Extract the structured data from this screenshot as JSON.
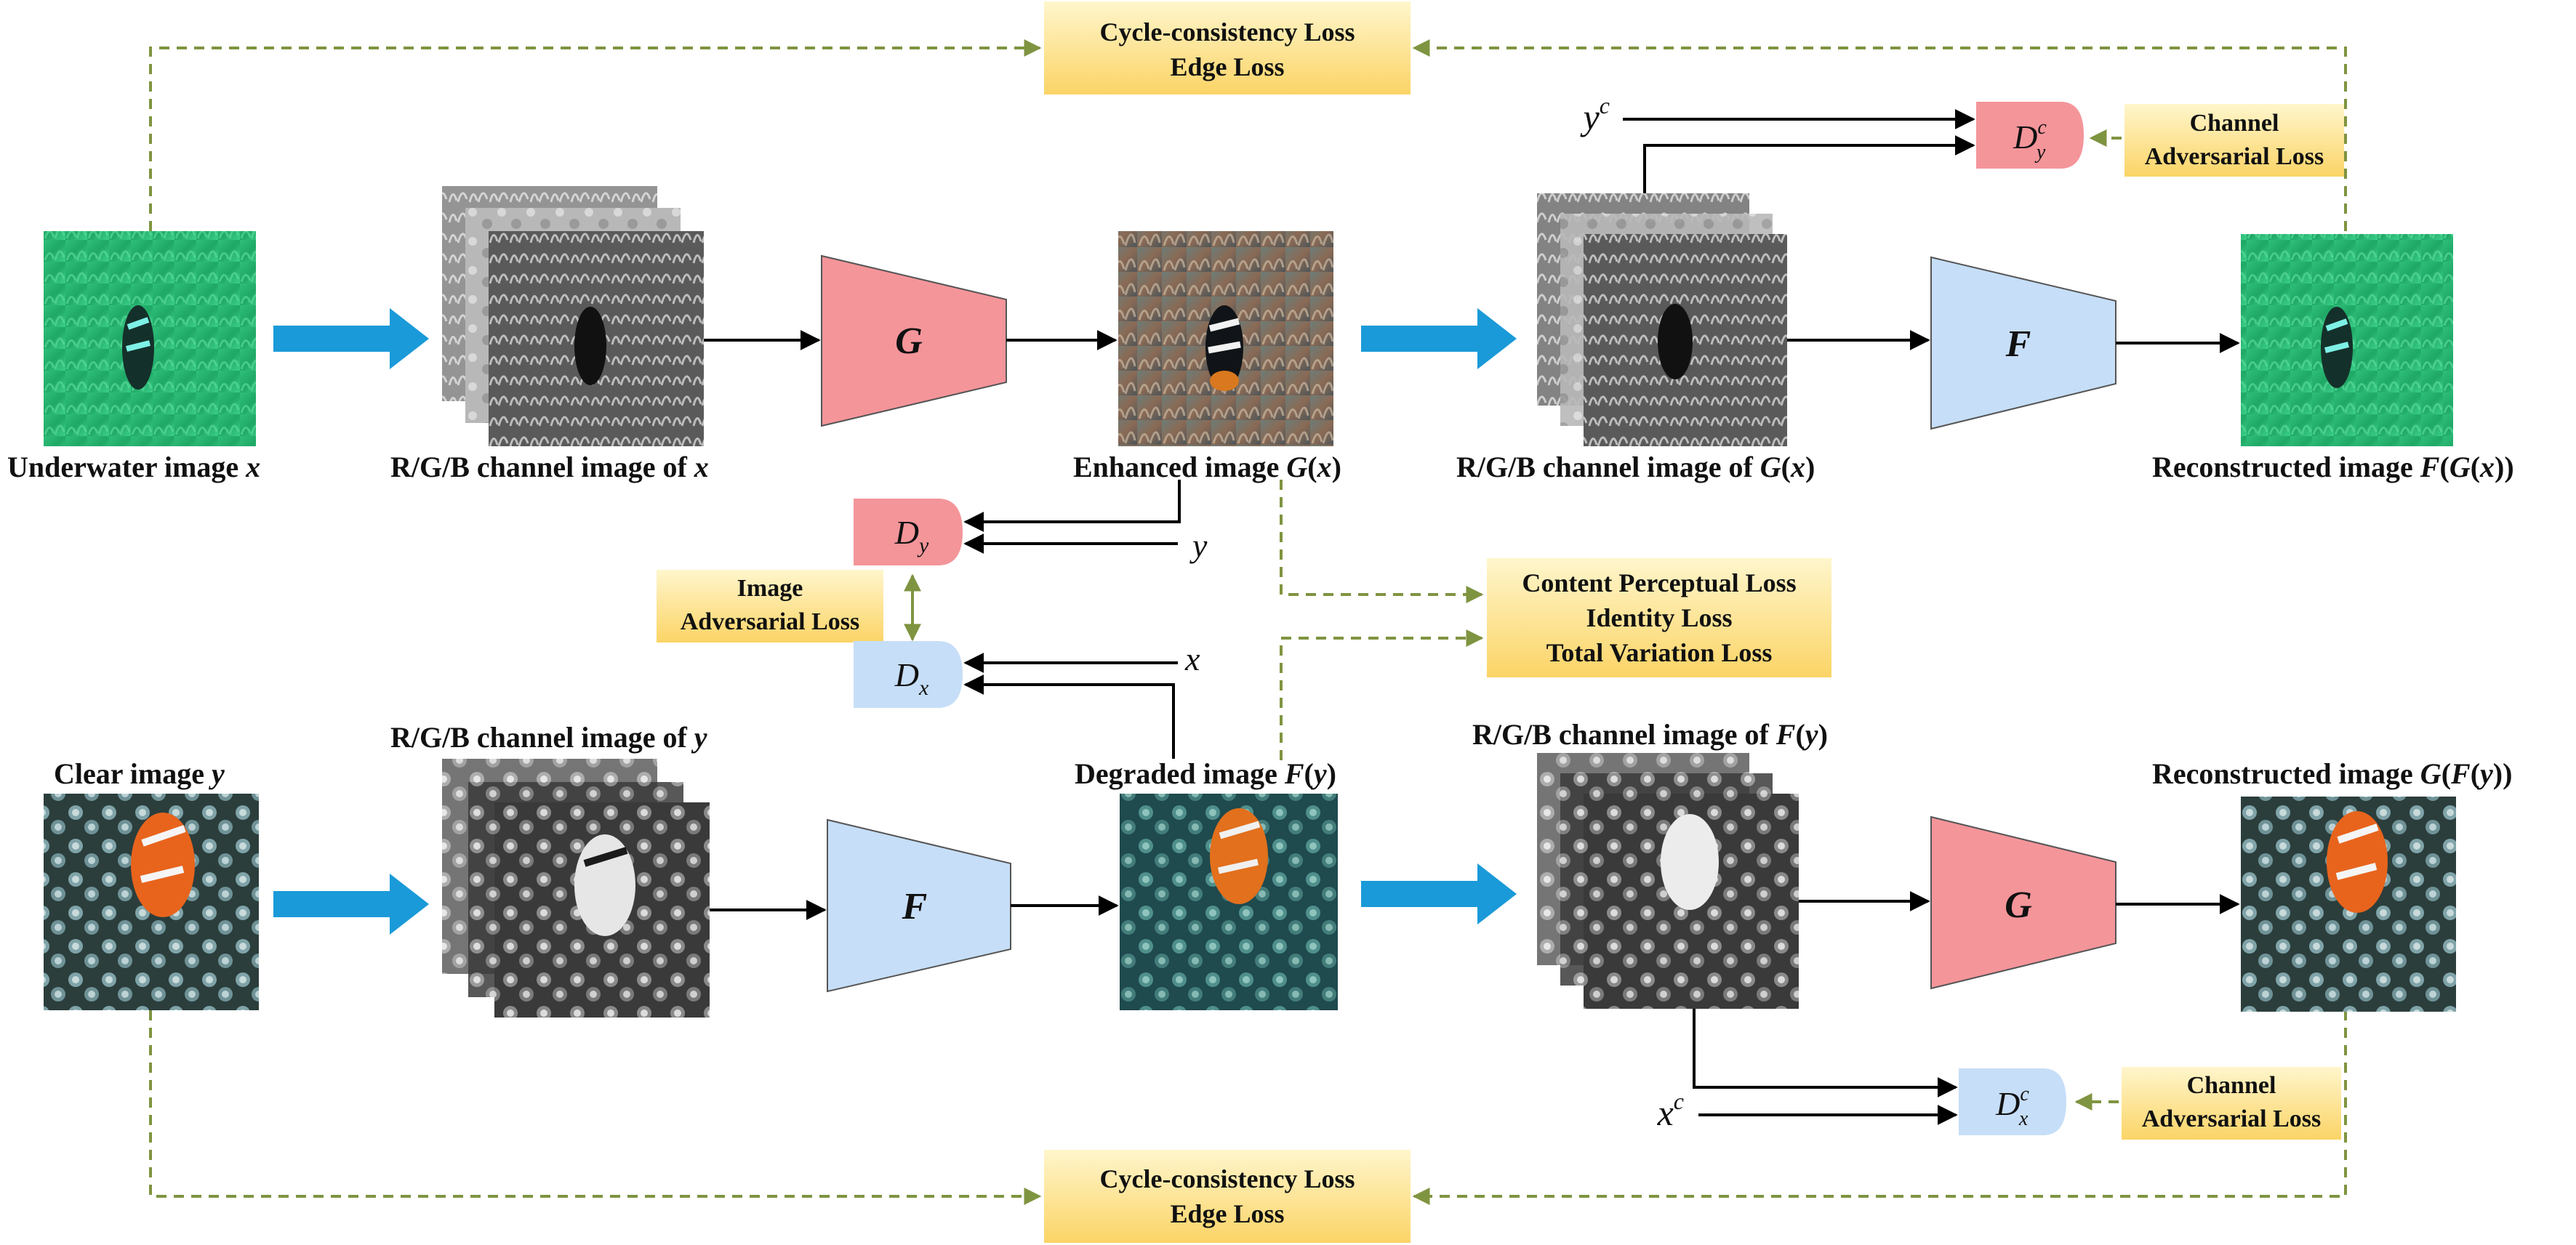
{
  "colors": {
    "generator_red": "#f4959a",
    "generator_blue": "#c6def7",
    "blue_arrow": "#1a9ad8",
    "dashed_green": "#7f9440",
    "loss_box_top": "#fff6cc",
    "loss_box_bottom": "#fbd466"
  },
  "captions": {
    "underwater_prefix": "Underwater image ",
    "underwater_var": "x",
    "rgb_x_prefix": "R/G/B channel image of ",
    "rgb_x_var": "x",
    "enhanced_prefix": "Enhanced image ",
    "enhanced_func": "G",
    "enhanced_open": "(",
    "enhanced_var": "x",
    "enhanced_close": ")",
    "rgb_gx_prefix": "R/G/B channel image of ",
    "rgb_gx_func": "G",
    "rgb_gx_open": "(",
    "rgb_gx_var": "x",
    "rgb_gx_close": ")",
    "recon_fgx_prefix": "Reconstructed image ",
    "recon_fgx_func1": "F",
    "recon_fgx_open1": "(",
    "recon_fgx_func2": "G",
    "recon_fgx_open2": "(",
    "recon_fgx_var": "x",
    "recon_fgx_close": "))",
    "clear_prefix": "Clear image ",
    "clear_var": "y",
    "rgb_y_prefix": "R/G/B channel image of ",
    "rgb_y_var": "y",
    "degraded_prefix": "Degraded image ",
    "degraded_func": "F",
    "degraded_open": "(",
    "degraded_var": "y",
    "degraded_close": ")",
    "rgb_fy_prefix": "R/G/B channel image of ",
    "rgb_fy_func": "F",
    "rgb_fy_open": "(",
    "rgb_fy_var": "y",
    "rgb_fy_close": ")",
    "recon_gfy_prefix": "Reconstructed image ",
    "recon_gfy_func1": "G",
    "recon_gfy_open1": "(",
    "recon_gfy_func2": "F",
    "recon_gfy_open2": "(",
    "recon_gfy_var": "y",
    "recon_gfy_close": "))"
  },
  "generators": {
    "top_g": "G",
    "top_f": "F",
    "bottom_f": "F",
    "bottom_g": "G"
  },
  "discriminators": {
    "dy_base": "D",
    "dy_sub": "y",
    "dx_base": "D",
    "dx_sub": "x",
    "dyc_base": "D",
    "dyc_sup": "c",
    "dyc_sub": "y",
    "dxc_base": "D",
    "dxc_sup": "c",
    "dxc_sub": "x"
  },
  "inputs": {
    "y": "y",
    "x": "x",
    "yc_base": "y",
    "yc_sup": "c",
    "xc_base": "x",
    "xc_sup": "c"
  },
  "losses": {
    "top_cycle": [
      "Cycle-consistency Loss",
      "Edge Loss"
    ],
    "bottom_cycle": [
      "Cycle-consistency Loss",
      "Edge Loss"
    ],
    "top_channel": [
      "Channel",
      "Adversarial Loss"
    ],
    "bottom_channel": [
      "Channel",
      "Adversarial Loss"
    ],
    "image_adv": [
      "Image",
      "Adversarial Loss"
    ],
    "content": [
      "Content Perceptual Loss",
      "Identity Loss",
      "Total Variation Loss"
    ]
  }
}
